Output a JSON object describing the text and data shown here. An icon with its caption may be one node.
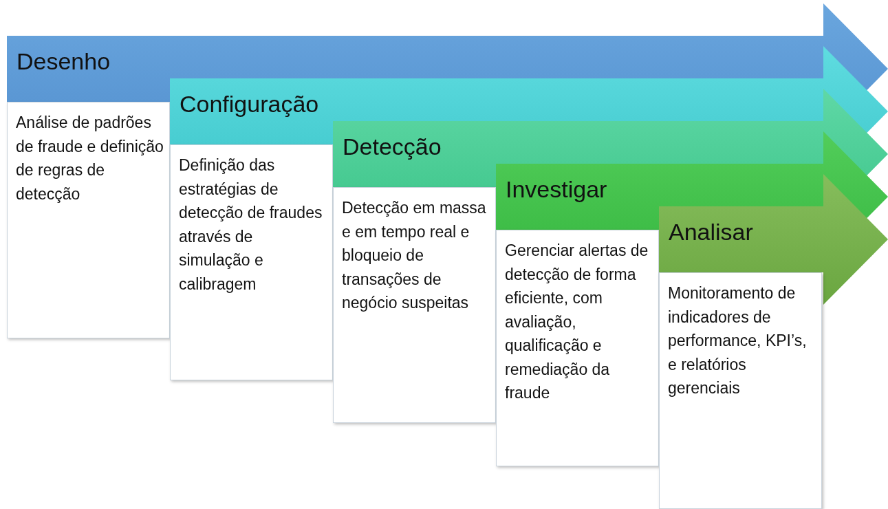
{
  "diagram": {
    "nodes": [
      {
        "text": [
          "Desenho"
        ]
      },
      {
        "text": [
          "Análise de padrões de fraude e definição de regras de detecção"
        ]
      },
      {
        "text": [
          "Configuração"
        ]
      },
      {
        "text": [
          "Definição das estratégias de detecção de fraudes através de simulação e calibragem"
        ]
      },
      {
        "text": [
          "Detecção"
        ]
      },
      {
        "text": [
          "Detecção em massa e em tempo real e bloqueio de transações de negócio suspeitas"
        ]
      },
      {
        "text": [
          "Investigar"
        ]
      },
      {
        "text": [
          "Gerenciar alertas de detecção de forma eficiente, com avaliação, qualificação e remediação da fraude"
        ]
      },
      {
        "text": [
          "Analisar"
        ]
      },
      {
        "text": [
          "Monitoramento de indicadores de performance, KPI’s, e relatórios gerenciais"
        ]
      }
    ],
    "edges": []
  }
}
